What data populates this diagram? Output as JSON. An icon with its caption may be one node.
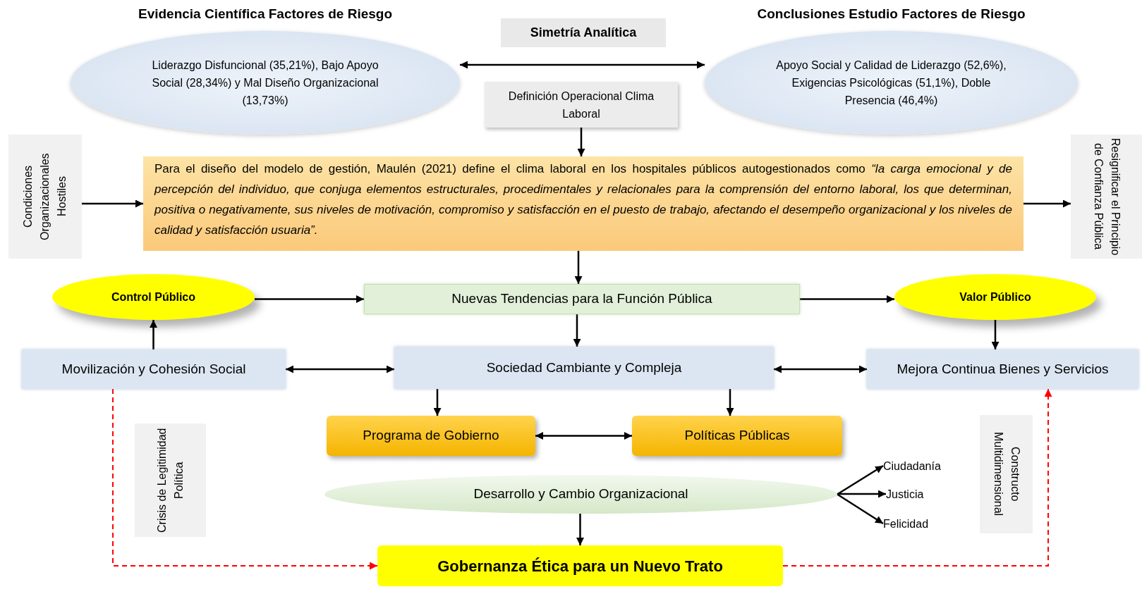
{
  "diagram": {
    "nodes": [
      {
        "text": [
          "Evidencia Científica Factores de Riesgo",
          "Liderazgo Disfuncional (35,21%), Bajo Apoyo Social (28,34%) y Mal Diseño Organizacional (13,73%)"
        ]
      },
      {
        "text": [
          "Simetría Analítica"
        ]
      },
      {
        "text": [
          "Conclusiones Estudio Factores de Riesgo",
          "Apoyo Social y Calidad de Liderazgo (52,6%), Exigencias Psicológicas (51,1%), Doble Presencia (46,4%)"
        ]
      },
      {
        "text": [
          "Definición Operacional Clima Laboral"
        ]
      },
      {
        "text": [
          "Condiciones Organizacionales Hostiles"
        ]
      },
      {
        "text": [
          "Para el diseño del modelo de gestión, Maulén (2021) define el clima laboral en los hospitales públicos autogestionados como *“la carga emocional y de percepción del individuo, que conjuga elementos estructurales, procedimentales y relacionales para la comprensión del entorno laboral, los que determinan, positiva o negativamente, sus niveles de motivación, compromiso y satisfacción en el puesto de trabajo, afectando el desempeño organizacional y los niveles de calidad y satisfacción usuaria”.*"
        ]
      },
      {
        "text": [
          "Resignificar el Principio de Confianza Pública"
        ]
      },
      {
        "text": [
          "Control Público"
        ]
      },
      {
        "text": [
          "Nuevas Tendencias para la Función Pública"
        ]
      },
      {
        "text": [
          "Valor Público"
        ]
      },
      {
        "text": [
          "Movilización y Cohesión Social"
        ]
      },
      {
        "text": [
          "Sociedad Cambiante y Compleja"
        ]
      },
      {
        "text": [
          "Mejora Continua Bienes y Servicios"
        ]
      },
      {
        "text": [
          "Crisis de Legitimidad Política"
        ]
      },
      {
        "text": [
          "Programa de Gobierno"
        ]
      },
      {
        "text": [
          "Políticas Públicas"
        ]
      },
      {
        "text": [
          "Constructo Multidimensional"
        ]
      },
      {
        "text": [
          "Ciudadanía"
        ]
      },
      {
        "text": [
          "Desarrollo y Cambio Organizacional"
        ]
      },
      {
        "text": [
          "Justicia"
        ]
      },
      {
        "text": [
          "Felicidad"
        ]
      },
      {
        "text": [
          "Gobernanza Ética para un Nuevo Trato"
        ]
      }
    ],
    "edges": [
      {
        "from": 0,
        "to": 2,
        "arrow": "both"
      },
      {
        "from": 3,
        "to": 5,
        "arrow": "to"
      },
      {
        "from": 4,
        "to": 5,
        "arrow": "to"
      },
      {
        "from": 5,
        "to": 6,
        "arrow": "to"
      },
      {
        "from": 5,
        "to": 8,
        "arrow": "to"
      },
      {
        "from": 7,
        "to": 8,
        "arrow": "to"
      },
      {
        "from": 8,
        "to": 9,
        "arrow": "to"
      },
      {
        "from": 8,
        "to": 11,
        "arrow": "to"
      },
      {
        "from": 9,
        "to": 12,
        "arrow": "to"
      },
      {
        "from": 10,
        "to": 7,
        "arrow": "to"
      },
      {
        "from": 10,
        "to": 11,
        "arrow": "both"
      },
      {
        "from": 11,
        "to": 12,
        "arrow": "both"
      },
      {
        "from": 11,
        "to": 14,
        "arrow": "to"
      },
      {
        "from": 11,
        "to": 15,
        "arrow": "to"
      },
      {
        "from": 14,
        "to": 15,
        "arrow": "both"
      },
      {
        "from": 18,
        "to": 17,
        "arrow": "to"
      },
      {
        "from": 18,
        "to": 19,
        "arrow": "to"
      },
      {
        "from": 18,
        "to": 20,
        "arrow": "to"
      },
      {
        "from": 18,
        "to": 21,
        "arrow": "to"
      },
      {
        "from": 10,
        "to": 21,
        "arrow": "to",
        "style": "dashed",
        "color": "#ff0000"
      },
      {
        "from": 21,
        "to": 12,
        "arrow": "to",
        "style": "dashed",
        "color": "#ff0000"
      }
    ]
  }
}
